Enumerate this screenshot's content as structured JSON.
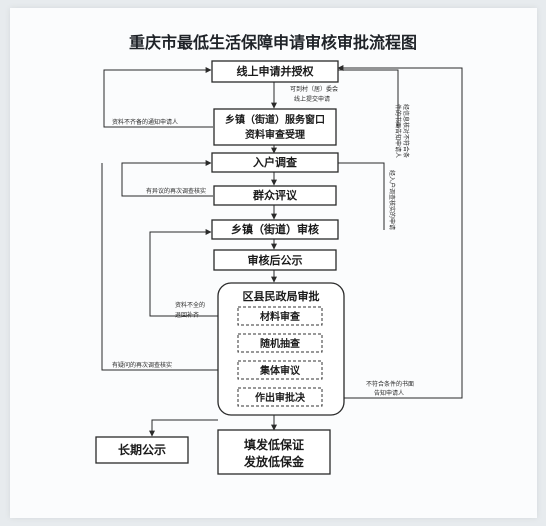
{
  "title": "重庆市最低生活保障申请审核审批流程图",
  "nodes": {
    "online": "线上申请并授权",
    "window_line1": "乡镇（街道）服务窗口",
    "window_line2": "资料审查受理",
    "household": "入户调查",
    "public_review": "群众评议",
    "township_review": "乡镇（街道）审核",
    "post_notice": "审核后公示",
    "district_title": "区县民政局审批",
    "material_review": "材料审查",
    "random_check": "随机抽查",
    "collective_review": "集体审议",
    "decision": "作出审批决",
    "long_notice": "长期公示",
    "issue_line1": "填发低保证",
    "issue_line2": "发放低保金"
  },
  "notes": {
    "village_line1": "可到村（居）委会",
    "village_line2": "线上提交申请",
    "incomplete_notify": "资料不齐备的通知申请人",
    "disputed_recheck": "有异议的再次调查核实",
    "incomplete_return_1": "资料不全的",
    "incomplete_return_2": "退回补齐",
    "doubtful_recheck": "有疑问的再次调查核实",
    "reject_notify_1": "不符合条件的书面",
    "reject_notify_2": "告知申请人",
    "vertical_a": "经信息核对不符合条",
    "vertical_b": "件的书面告知申请人",
    "vertical_c": "经入户调查核实的申请"
  }
}
